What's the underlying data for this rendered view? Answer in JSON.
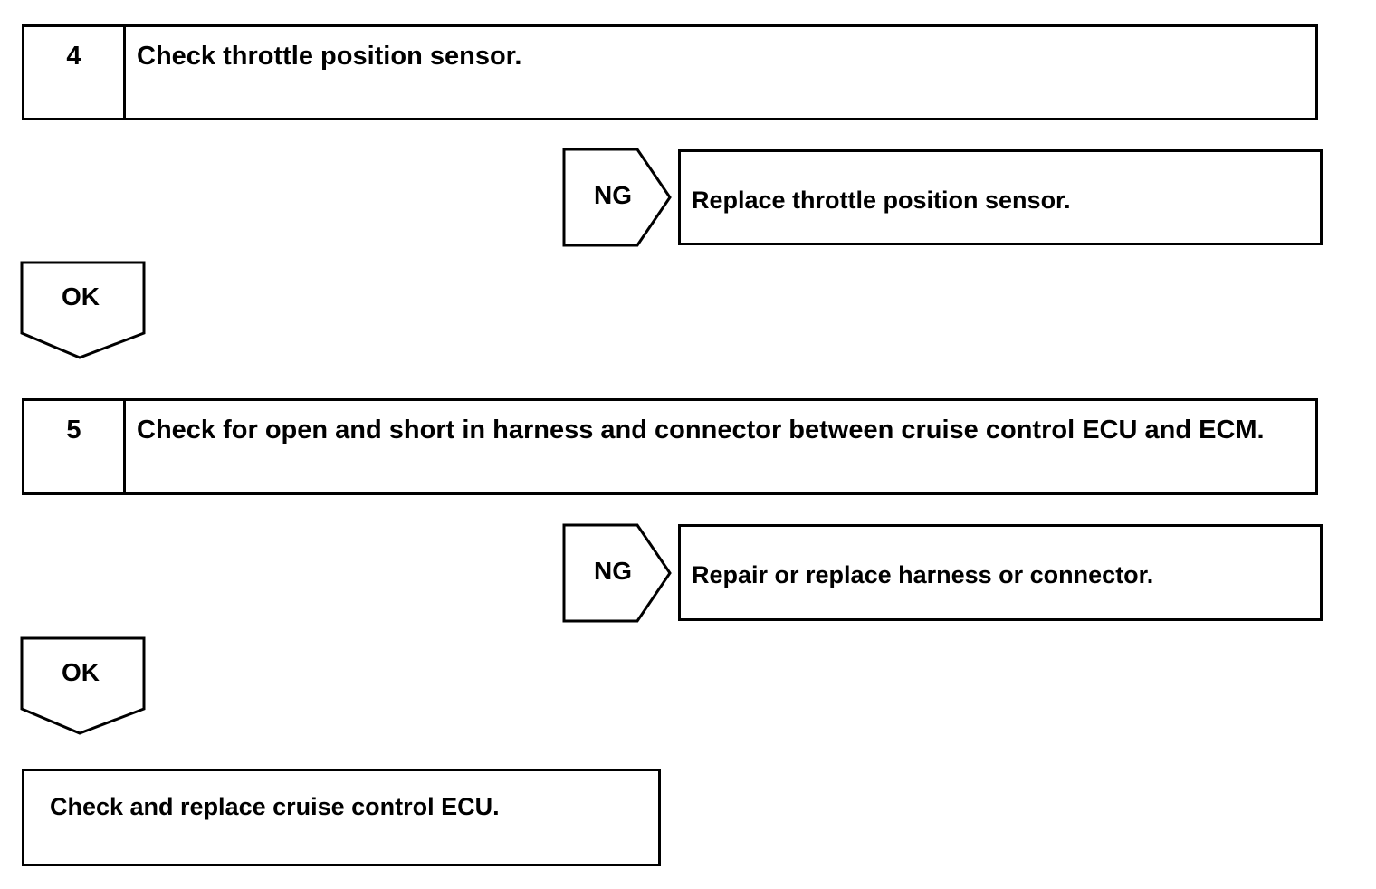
{
  "steps": [
    {
      "number": "4",
      "text": "Check throttle position sensor."
    },
    {
      "number": "5",
      "text": "Check for open and short in harness and connector between cruise control ECU and ECM."
    }
  ],
  "ng_results": [
    {
      "label": "NG",
      "action": "Replace throttle position sensor."
    },
    {
      "label": "NG",
      "action": "Repair or replace harness or connector."
    }
  ],
  "ok_labels": [
    "OK",
    "OK"
  ],
  "final_action": "Check and replace cruise control ECU."
}
